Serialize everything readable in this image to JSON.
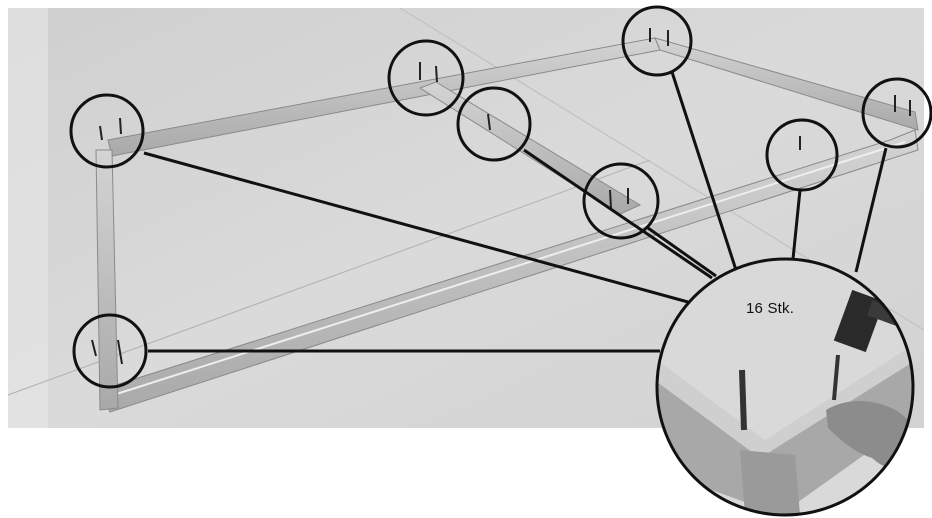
{
  "instruction": {
    "quantity_label": "16 Stk."
  },
  "illustration": {
    "subject": "wooden-frame-assembly",
    "callouts_count": 8,
    "colors": {
      "background": "#ffffff",
      "floor": "#d7d7d7",
      "wood": "#bdbdbd",
      "outline": "#111111"
    }
  }
}
